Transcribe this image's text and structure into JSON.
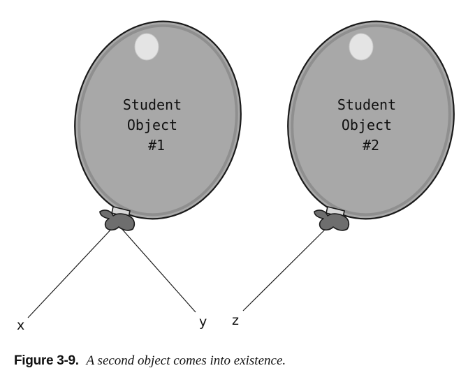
{
  "balloons": [
    {
      "lines": [
        "Student",
        "Object",
        "#1"
      ]
    },
    {
      "lines": [
        "Student",
        "Object",
        "#2"
      ]
    }
  ],
  "variables": [
    "x",
    "y",
    "z"
  ],
  "colors": {
    "balloon": "#a8a8a8",
    "outline": "#1a1a1a",
    "highlight": "#e4e4e4",
    "knot": "#6e6e6e"
  },
  "caption": {
    "number": "Figure 3-9.",
    "text": "A second object comes into existence."
  }
}
